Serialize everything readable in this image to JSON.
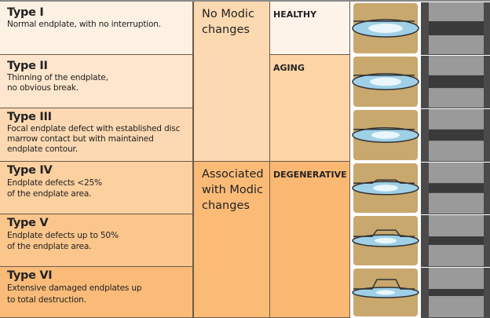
{
  "types": [
    {
      "title": "Type I",
      "desc": "Normal endplate, with no interruption.",
      "bg": "#fdf1e3"
    },
    {
      "title": "Type II",
      "desc": "Thinning of the endplate,\nno obvious break.",
      "bg": "#fde6cd"
    },
    {
      "title": "Type III",
      "desc": "Focal endplate defect with established disc\nmarrow contact but with maintained\nendplate contour.",
      "bg": "#fcd9b2"
    },
    {
      "title": "Type IV",
      "desc": "Endplate defects <25%\nof the endplate area.",
      "bg": "#fcd09f"
    },
    {
      "title": "Type V",
      "desc": "Endplate defects up to 50%\nof the endplate area.",
      "bg": "#fbc68c"
    },
    {
      "title": "Type VI",
      "desc": "Extensive damaged endplates up\nto total destruction.",
      "bg": "#fabb79"
    }
  ],
  "modic": [
    {
      "label": "No Modic\nchanges",
      "bg": "#fdd9b1"
    },
    {
      "label": "Associated\nwith Modic\nchanges",
      "bg": "#fbbb77"
    }
  ],
  "stages": [
    {
      "label": "HEALTHY",
      "bg": "#fdf3e8"
    },
    {
      "label": "AGING",
      "bg": "#fcd4a6"
    },
    {
      "label": "DEGENERATIVE",
      "bg": "#fbb873"
    }
  ]
}
